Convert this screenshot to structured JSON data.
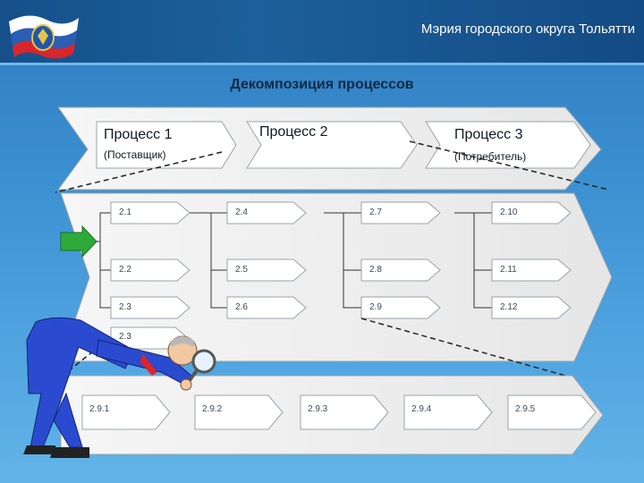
{
  "header": {
    "title": "Мэрия городского округа Тольятти",
    "logo": "flag-emblem"
  },
  "slide_title": "Декомпозиция процессов",
  "top_processes": [
    {
      "label": "Процесс 1",
      "sub": "(Поставщик)"
    },
    {
      "label": "Процесс 2",
      "sub": ""
    },
    {
      "label": "Процесс 3",
      "sub": "(Потребитель)"
    }
  ],
  "subprocess_grid": [
    [
      "2.1",
      "2.4",
      "2.7",
      "2.10"
    ],
    [
      "2.2",
      "2.5",
      "2.8",
      "2.11"
    ],
    [
      "2.3",
      "2.6",
      "2.9",
      "2.12"
    ]
  ],
  "subprocess_extra": "2.3",
  "bottom_steps": [
    "2.9.1",
    "2.9.2",
    "2.9.3",
    "2.9.4",
    "2.9.5"
  ],
  "colors": {
    "header": "#1a5793",
    "accent_arrow": "#2eaa3a",
    "panel": "#f2f2f2",
    "box": "#ffffff"
  }
}
